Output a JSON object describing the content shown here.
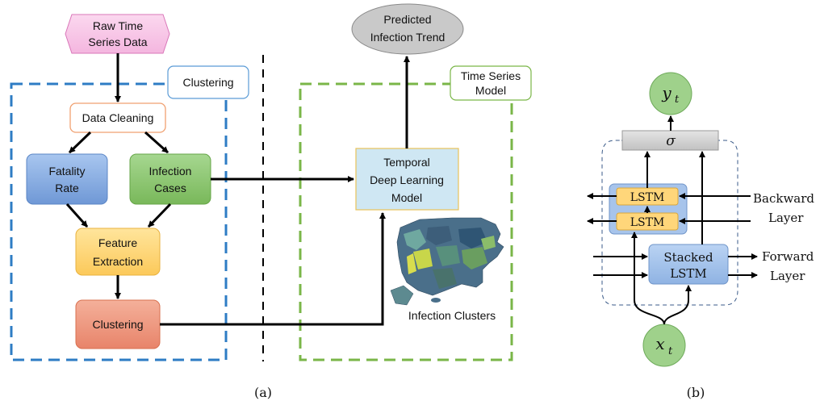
{
  "panel_a": {
    "raw_data": [
      "Raw Time",
      "Series Data"
    ],
    "clustering_tag": "Clustering",
    "data_cleaning": "Data Cleaning",
    "fatality_rate": [
      "Fatality",
      "Rate"
    ],
    "infection_cases": [
      "Infection",
      "Cases"
    ],
    "feature_extraction": [
      "Feature",
      "Extraction"
    ],
    "clustering_box": "Clustering",
    "predicted_trend": [
      "Predicted",
      "Infection Trend"
    ],
    "time_series_tag": [
      "Time Series",
      "Model"
    ],
    "temporal_model": [
      "Temporal",
      "Deep Learning",
      "Model"
    ],
    "infection_clusters": "Infection Clusters",
    "caption": "(a)"
  },
  "panel_b": {
    "y_t": "y",
    "y_sub": "t",
    "sigma": "σ",
    "lstm_top": "LSTM",
    "lstm_bottom": "LSTM",
    "stacked": [
      "Stacked",
      "LSTM"
    ],
    "backward": [
      "Backward",
      "Layer"
    ],
    "forward": [
      "Forward",
      "Layer"
    ],
    "x_t": "x",
    "x_sub": "t",
    "caption": "(b)"
  },
  "colors": {
    "blue_dash": "#2e7cc4",
    "green_dash": "#7ab648",
    "raw_fill": "#f9c9e8",
    "fatality_fill": "#7fa8de",
    "infection_fill": "#8cc56d",
    "feature_fill": "#ffd67a",
    "clustering_fill": "#ee9477",
    "temporal_fill": "#cde6f2",
    "lstm_fill": "#ffd67a",
    "stacked_fill": "#a7c4eb",
    "node_fill": "#9fd18b"
  }
}
